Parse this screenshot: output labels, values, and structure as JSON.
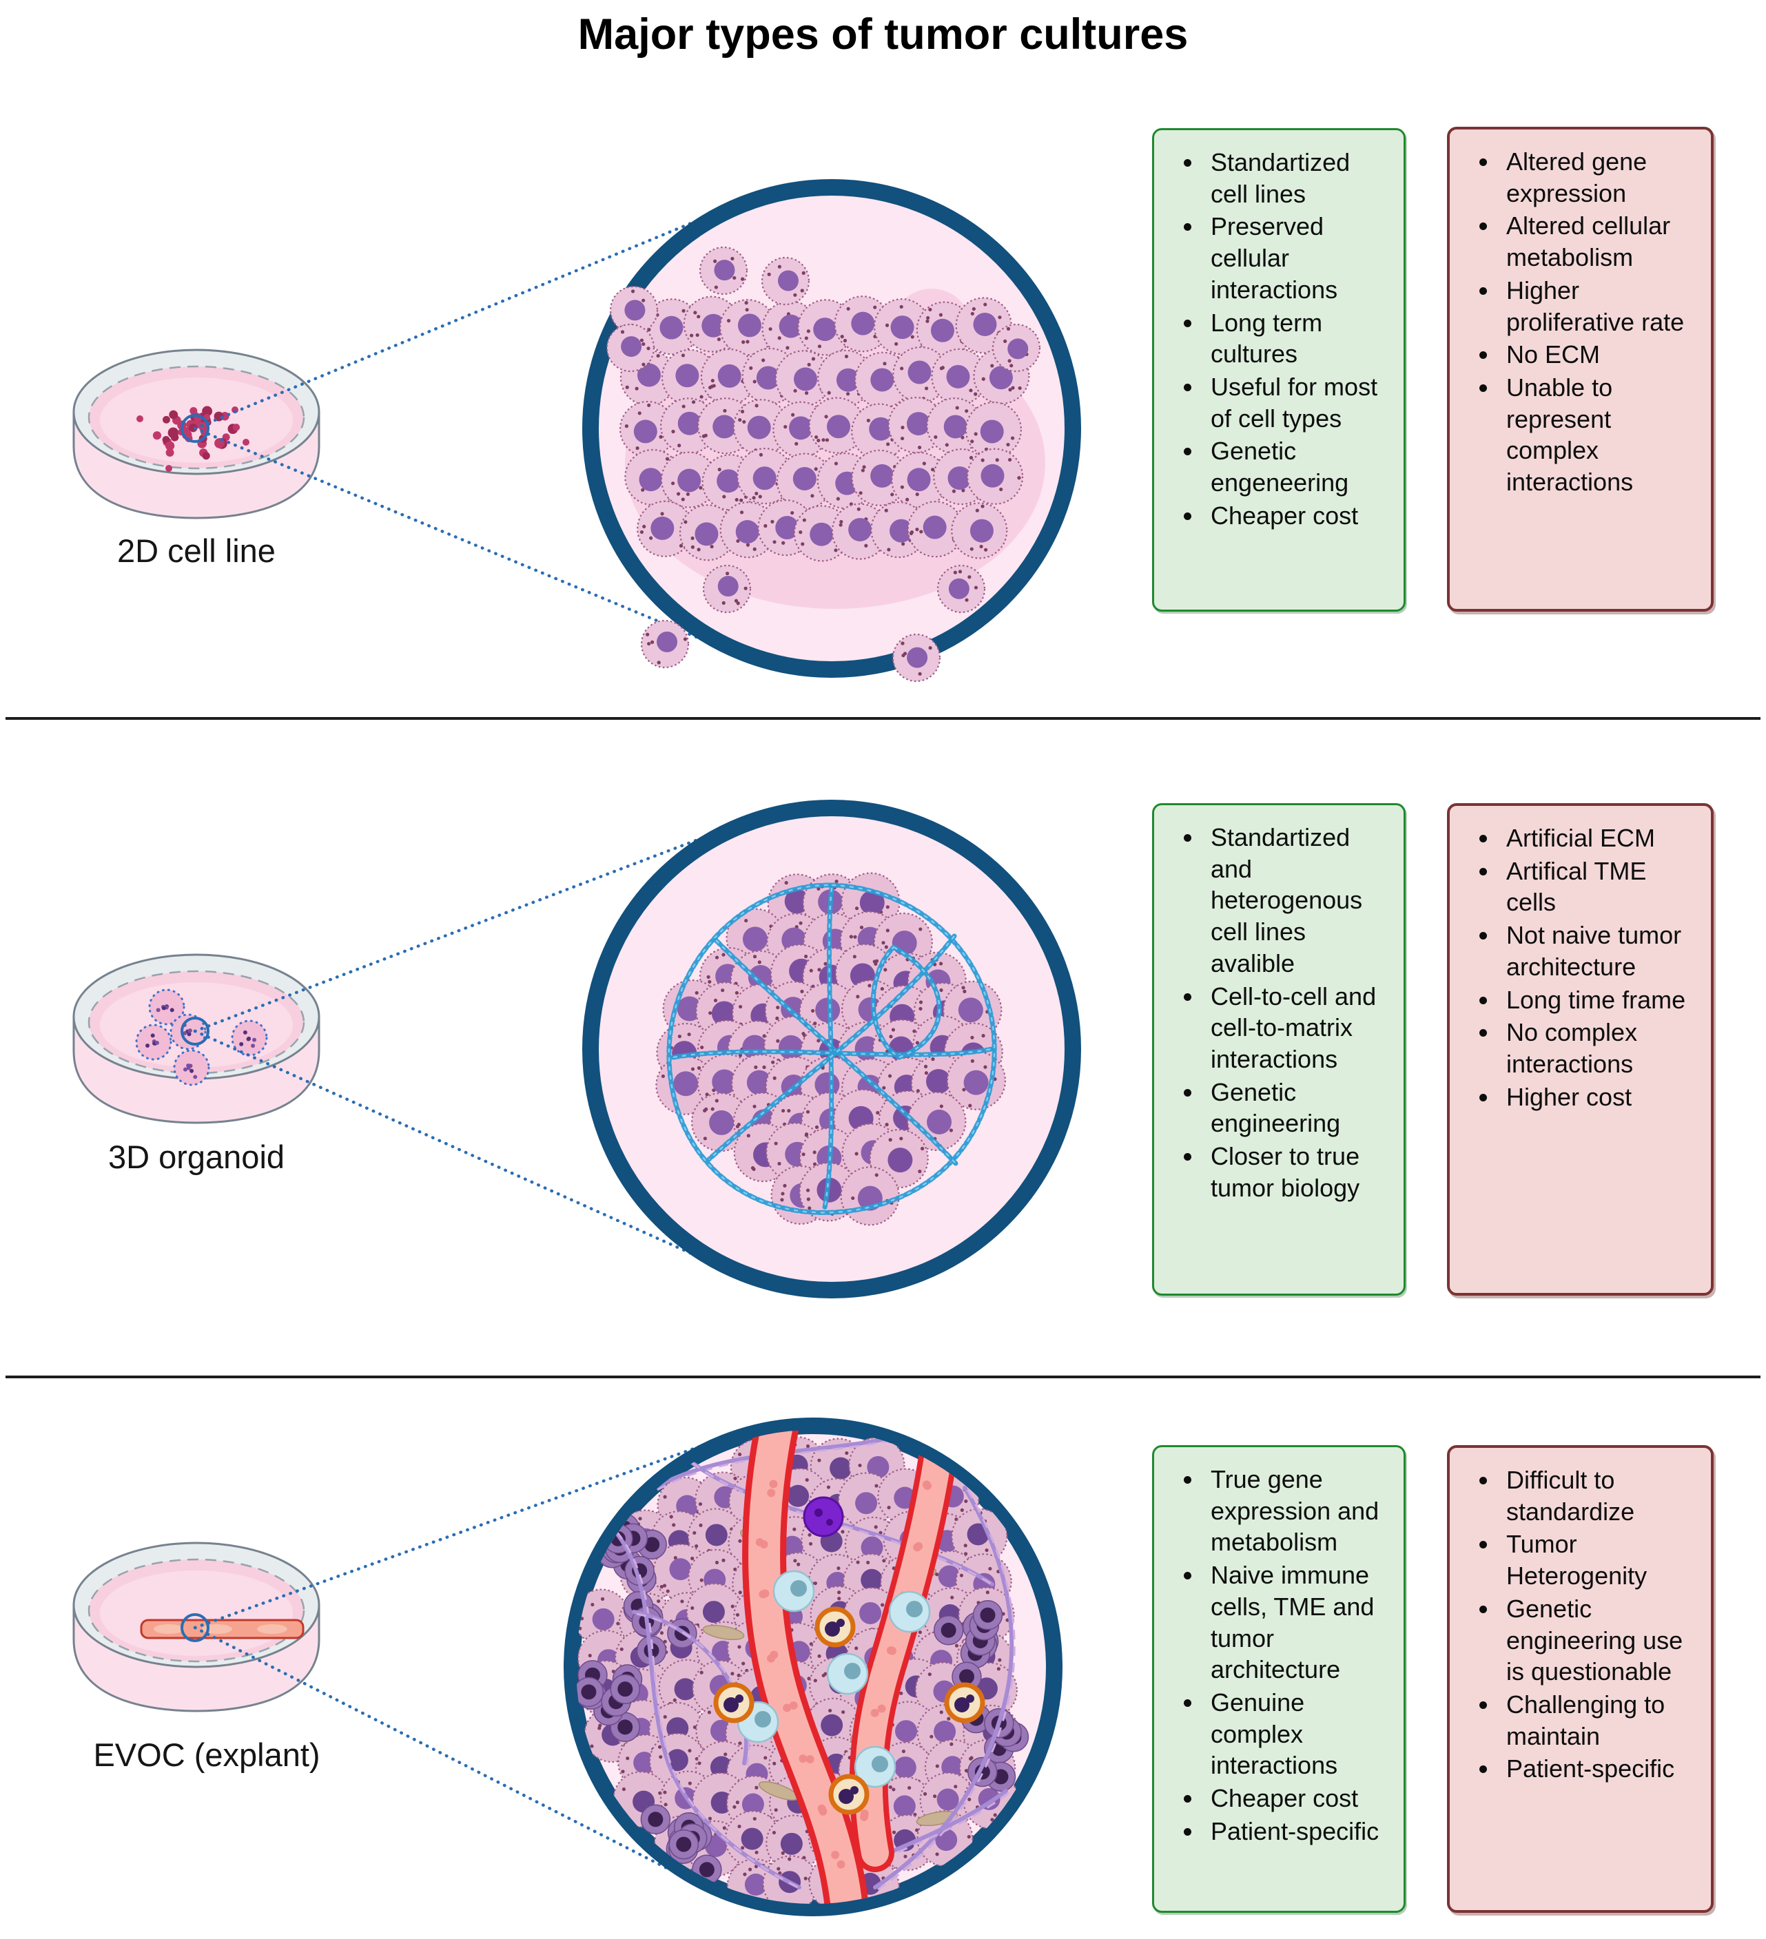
{
  "title": "Major types of tumor cultures",
  "colors": {
    "inset_border_navy": "#12507d",
    "inset_fill_pink": "#fce7f2",
    "connector_blue": "#2a6db3",
    "pros_fill": "#ddeedd",
    "pros_border": "#1e8a2e",
    "cons_fill": "#f4d8d8",
    "cons_border": "#7b3333",
    "dish_medium_pink": "#f8cfdf",
    "dish_glass": "#e7edef",
    "cell_body_mauve": "#e8c2d9",
    "cell_nucleus_purple": "#8a5fad",
    "cell_dots_magenta": "#c0386b",
    "organoid_matrix_blue": "#2d9bd5",
    "vessel_red": "#e3262c",
    "vessel_lumen": "#fbb1ab",
    "separator": "#1c1c1c"
  },
  "rows": [
    {
      "id": "2d-cell-line",
      "label": "2D cell line",
      "pros": [
        "Standartized cell lines",
        "Preserved cellular interactions",
        "Long term cultures",
        "Useful for most of cell types",
        "Genetic engeneering",
        "Cheaper cost"
      ],
      "cons": [
        "Altered gene expression",
        "Altered cellular metabolism",
        "Higher proliferative rate",
        "No ECM",
        "Unable to represent complex interactions"
      ]
    },
    {
      "id": "3d-organoid",
      "label": "3D organoid",
      "pros": [
        "Standartized and heterogenous cell lines avalible",
        "Cell-to-cell and cell-to-matrix interactions",
        "Genetic engineering",
        "Closer to true tumor biology"
      ],
      "cons": [
        "Artificial ECM",
        "Artifical TME cells",
        "Not naive tumor architecture",
        "Long time frame",
        "No complex interactions",
        "Higher cost"
      ]
    },
    {
      "id": "evoc-explant",
      "label": "EVOC (explant)",
      "pros": [
        "True gene expression and metabolism",
        "Naive immune cells, TME and tumor architecture",
        "Genuine complex interactions",
        "Cheaper cost",
        "Patient-specific"
      ],
      "cons": [
        "Difficult to standardize",
        "Tumor Heterogenity",
        "Genetic engineering use is questionable",
        "Challenging to maintain",
        "Patient-specific"
      ]
    }
  ]
}
